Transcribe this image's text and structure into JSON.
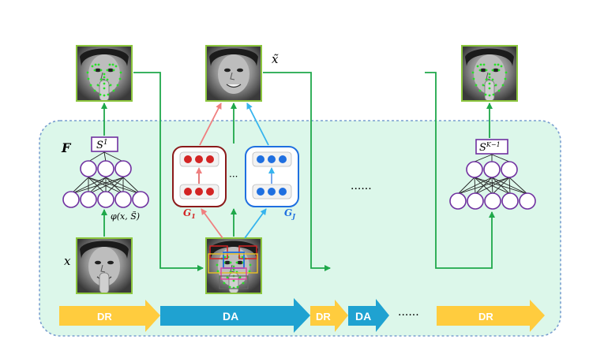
{
  "labels": {
    "framework": "F",
    "input": "x",
    "output": "x̃",
    "feature_fn": "φ(x, S̃)",
    "shape_first": "S",
    "shape_first_sup": "1",
    "shape_last": "S",
    "shape_last_sup": "K−1",
    "regressor_first": "G",
    "regressor_first_sub": "1",
    "regressor_last": "G",
    "regressor_last_sub": "J",
    "mid_ellipsis": "···",
    "stage_ellipsis": "······",
    "bar_ellipsis": "······"
  },
  "bottom_bar": [
    {
      "label": "DR"
    },
    {
      "label": "DA"
    },
    {
      "label": "DR"
    },
    {
      "label": "DA"
    },
    {
      "label": "DR"
    }
  ],
  "colors": {
    "panel_fill": "#dcf7ea",
    "panel_border": "#7a9fd0",
    "flow_arrow": "#1fa84a",
    "dr_color": "#ffcc3e",
    "da_color": "#1fa2d1",
    "g1_color": "#d32424",
    "gj_color": "#1f6fe0",
    "g1_arrow": "#f07f7f",
    "gj_arrow": "#36b4ee",
    "network_color": "#7030a0",
    "face_border": "#8cc63e",
    "landmark_color": "#28e028"
  }
}
